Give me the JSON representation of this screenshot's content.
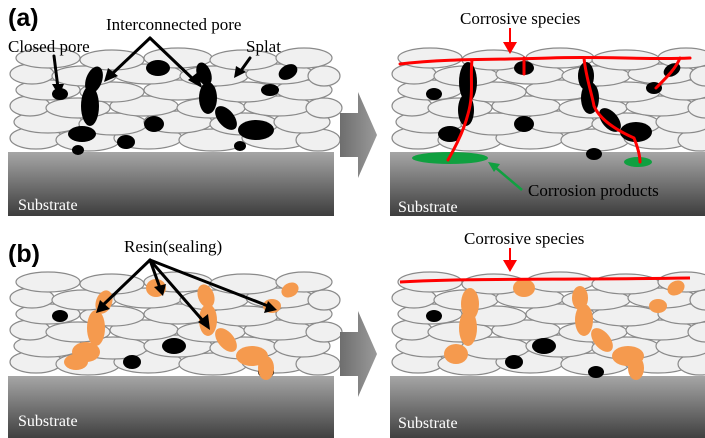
{
  "panels": {
    "a": {
      "label": "(a)",
      "left": {
        "interconnected_pore": "Interconnected pore",
        "closed_pore": "Closed pore",
        "splat": "Splat",
        "substrate": "Substrate"
      },
      "right": {
        "corrosive_species": "Corrosive species",
        "corrosion_products": "Corrosion products",
        "substrate": "Substrate"
      }
    },
    "b": {
      "label": "(b)",
      "left": {
        "resin": "Resin(sealing)",
        "substrate": "Substrate"
      },
      "right": {
        "corrosive_species": "Corrosive species",
        "substrate": "Substrate"
      }
    }
  },
  "colors": {
    "pore": "#000000",
    "corrosive": "#ff0000",
    "corrosion_product": "#10a040",
    "resin": "#f59a4e",
    "splat_fill": "#f0f0f0",
    "splat_stroke": "#8a8a8a",
    "arrow": "#7f7f7f"
  }
}
